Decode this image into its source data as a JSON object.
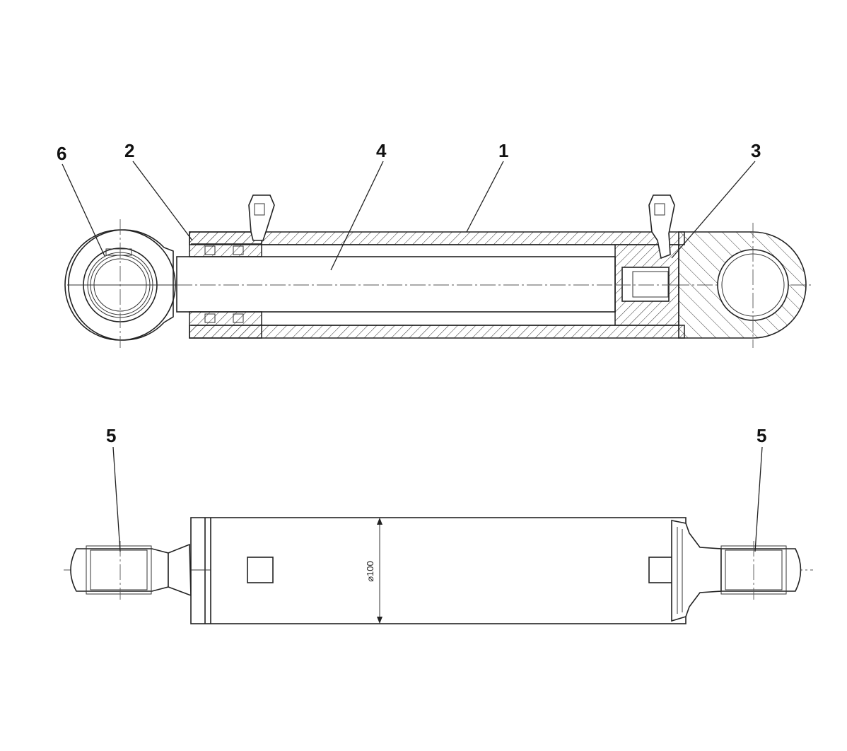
{
  "callouts": {
    "c1": "1",
    "c2": "2",
    "c3": "3",
    "c4": "4",
    "c5_left": "5",
    "c5_right": "5",
    "c6": "6"
  },
  "dimension": {
    "diameter_label": "⌀100"
  },
  "colors": {
    "line": "#222222",
    "background": "#ffffff"
  }
}
